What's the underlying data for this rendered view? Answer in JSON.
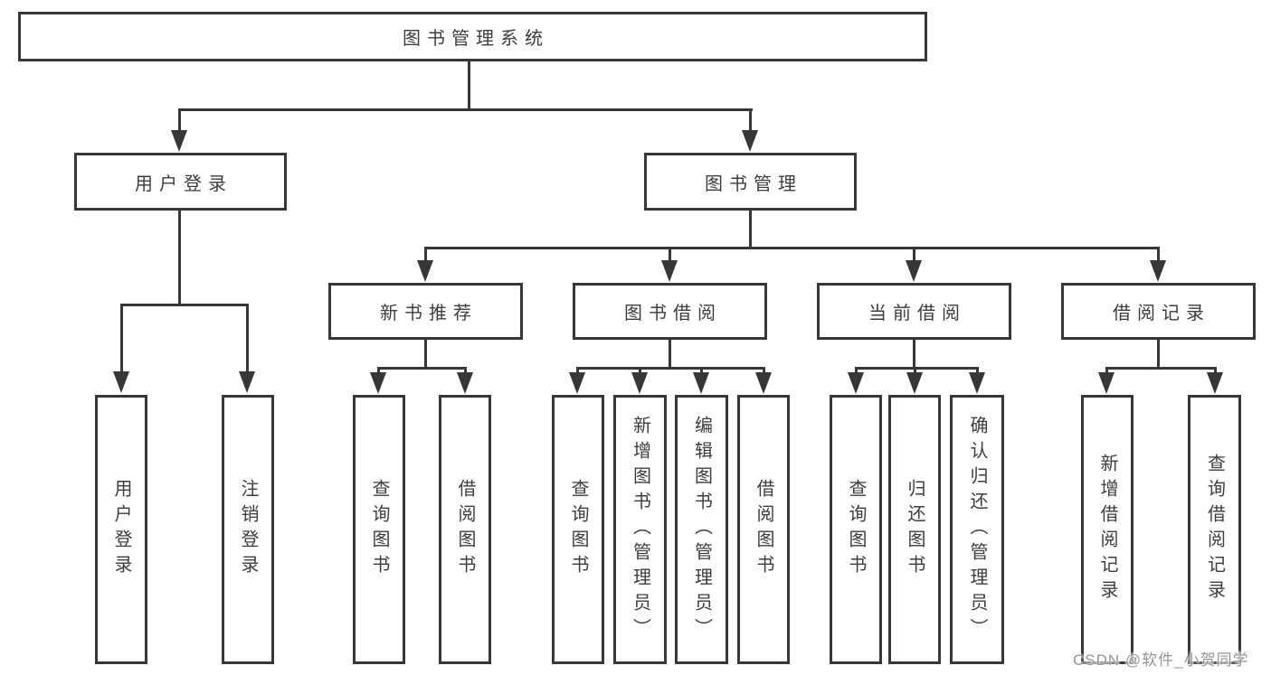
{
  "tree": {
    "label": "图书管理系统",
    "children": [
      {
        "label": "用户登录",
        "children": [
          {
            "label": "用户登录"
          },
          {
            "label": "注销登录"
          }
        ]
      },
      {
        "label": "图书管理",
        "children": [
          {
            "label": "新书推荐",
            "children": [
              {
                "label": "查询图书"
              },
              {
                "label": "借阅图书"
              }
            ]
          },
          {
            "label": "图书借阅",
            "children": [
              {
                "label": "查询图书"
              },
              {
                "label": "新增图书（管理员）"
              },
              {
                "label": "编辑图书（管理员）"
              },
              {
                "label": "借阅图书"
              }
            ]
          },
          {
            "label": "当前借阅",
            "children": [
              {
                "label": "查询图书"
              },
              {
                "label": "归还图书"
              },
              {
                "label": "确认归还（管理员）"
              }
            ]
          },
          {
            "label": "借阅记录",
            "children": [
              {
                "label": "新增借阅记录"
              },
              {
                "label": "查询借阅记录"
              }
            ]
          }
        ]
      }
    ]
  },
  "watermark": "CSDN @软件_小贺同学",
  "colors": {
    "line": "#373737",
    "text": "#3d3d3d",
    "watermark": "#959595",
    "background": "#ffffff"
  }
}
